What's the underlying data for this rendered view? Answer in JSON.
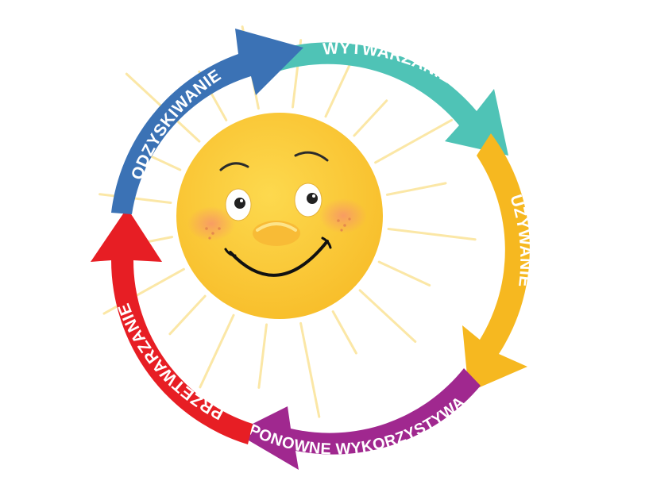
{
  "cycle": {
    "stages": [
      {
        "id": "wytwarzanie",
        "label": "WYTWARZANIE",
        "color": "#4fc3b6"
      },
      {
        "id": "uzywanie",
        "label": "UŻYWANIE",
        "color": "#f6b820"
      },
      {
        "id": "ponowne",
        "label": "PONOWNE WYKORZYSTYWANIE",
        "color": "#a0288f"
      },
      {
        "id": "przetwarzanie",
        "label": "PRZETWARZANIE",
        "color": "#e71e24"
      },
      {
        "id": "odzyskiwanie",
        "label": "ODZYSKIWANIE",
        "color": "#3b72b5"
      }
    ]
  },
  "sun": {
    "face_color": "#fbcb3a",
    "ray_color": "#fbe7a6",
    "cheek_color": "#f7946a",
    "icon": "smiling-sun-icon"
  }
}
